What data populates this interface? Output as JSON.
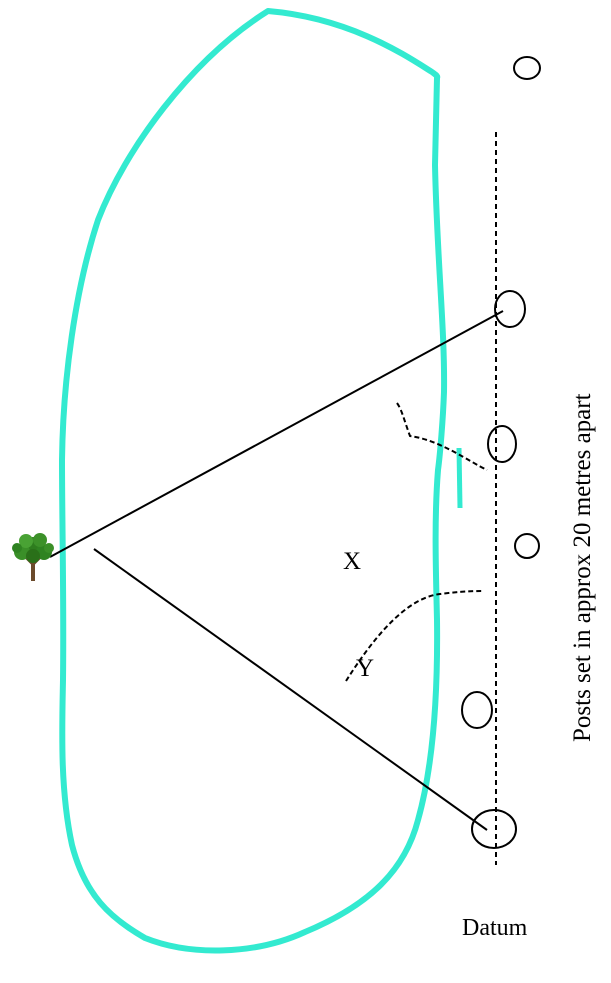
{
  "diagram": {
    "labels": {
      "angle_x": "X",
      "angle_y": "Y",
      "datum": "Datum",
      "posts_caption": "Posts set in approx 20 metres apart"
    },
    "icons": {
      "tree": "tree-icon"
    },
    "colors": {
      "lake_outline": "#33EAD0",
      "lines": "#000000",
      "tree_foliage": "#2E7D1E",
      "tree_trunk": "#6B4A2B"
    }
  }
}
